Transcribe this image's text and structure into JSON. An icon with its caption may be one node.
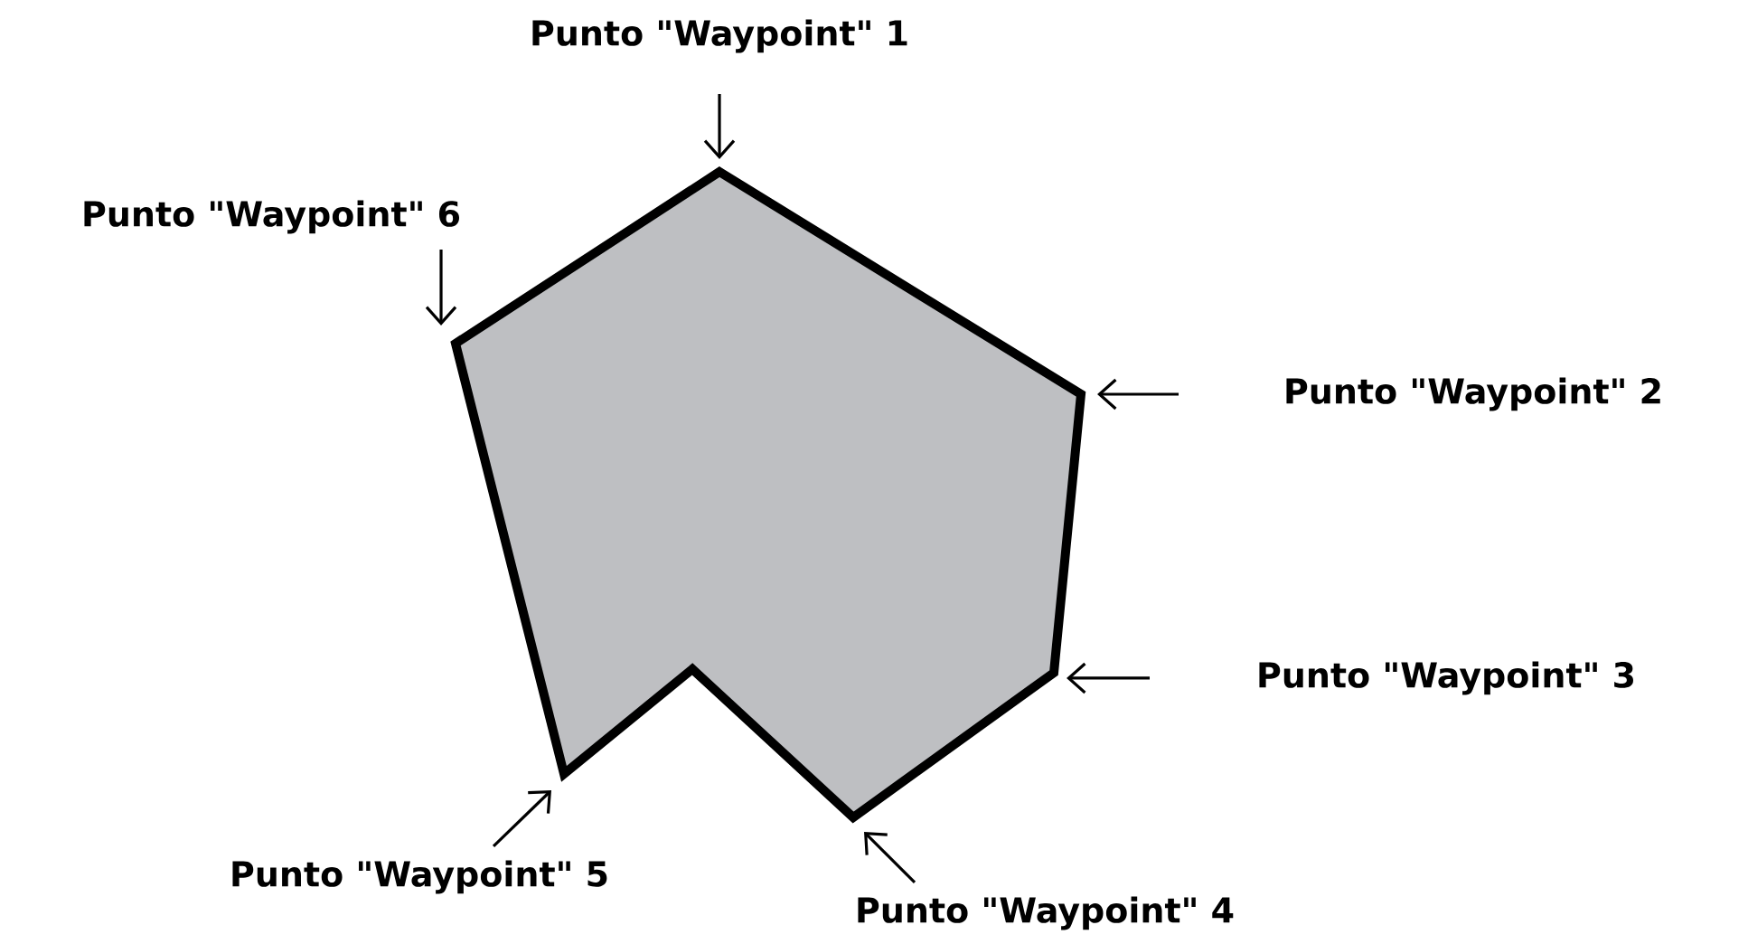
{
  "diagram": {
    "nodes": [
      {
        "text": [],
        "shape": "polygon"
      },
      {
        "text": [
          "Punto \"Waypoint\" 1"
        ]
      },
      {
        "text": [
          "Punto \"Waypoint\" 6"
        ]
      },
      {
        "text": [
          "Punto \"Waypoint\" 2"
        ]
      },
      {
        "text": [
          "Punto \"Waypoint\" 3"
        ]
      },
      {
        "text": [
          "Punto \"Waypoint\" 5"
        ]
      },
      {
        "text": [
          "Punto \"Waypoint\" 4"
        ]
      }
    ],
    "edges": [
      {
        "from": 1,
        "to": 0,
        "arrow": "to"
      },
      {
        "from": 2,
        "to": 0,
        "arrow": "to"
      },
      {
        "from": 3,
        "to": 0,
        "arrow": "to"
      },
      {
        "from": 4,
        "to": 0,
        "arrow": "to"
      },
      {
        "from": 5,
        "to": 0,
        "arrow": "to"
      },
      {
        "from": 6,
        "to": 0,
        "arrow": "to"
      }
    ]
  }
}
